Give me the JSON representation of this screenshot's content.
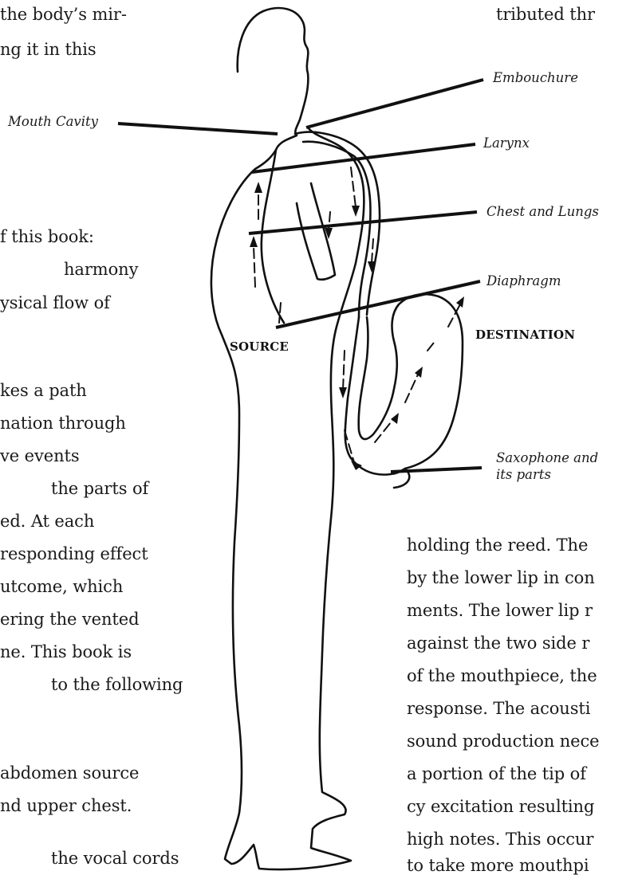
{
  "left_column": [
    "the body’s mir-",
    "ng it in this",
    "f this book:",
    "harmony",
    "ysical flow of",
    "kes a path",
    "nation through",
    "ve events",
    "the parts of",
    "ed. At each",
    "responding effect",
    "utcome, which",
    "ering the vented",
    "ne. This book is",
    "to the following",
    "abdomen source",
    "nd upper chest.",
    "the vocal cords"
  ],
  "top_right": "tributed thr",
  "right_column": [
    "holding the reed. The",
    "by the lower lip in con",
    "ments. The lower lip r",
    "against the two side r",
    "of the mouthpiece, the",
    "response. The acousti",
    "sound production nece",
    "a portion of the tip of",
    "cy excitation resulting",
    "high notes. This occur",
    "to take more mouthpi"
  ],
  "figure": {
    "labels": {
      "embouchure": "Embouchure",
      "mouth_cavity": "Mouth Cavity",
      "larynx": "Larynx",
      "chest_lungs": "Chest and Lungs",
      "diaphragm": "Diaphragm",
      "source": "SOURCE",
      "destination": "DESTINATION",
      "saxophone_line1": "Saxophone and",
      "saxophone_line2": "its parts"
    }
  }
}
